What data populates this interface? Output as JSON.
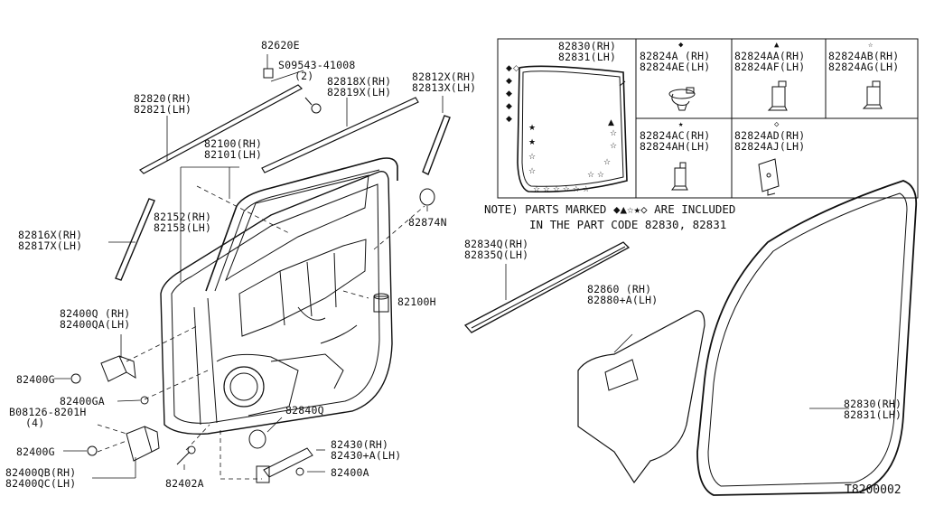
{
  "diagram_id": "T8200002",
  "note": {
    "line1": "NOTE) PARTS MARKED ◆▲☆★◇ ARE INCLUDED",
    "line2": "IN THE PART CODE 82830, 82831"
  },
  "bolt_qty": "(2)",
  "bolt2_qty": "(4)",
  "labels": {
    "p82620e": "82620E",
    "p09543": "S09543-41008",
    "p82820": [
      "82820(RH)",
      "82821(LH)"
    ],
    "p82818x": [
      "82818X(RH)",
      "82819X(LH)"
    ],
    "p82812x": [
      "82812X(RH)",
      "82813X(LH)"
    ],
    "p82100": [
      "82100(RH)",
      "82101(LH)"
    ],
    "p82152": [
      "82152(RH)",
      "82153(LH)"
    ],
    "p82816x": [
      "82816X(RH)",
      "82817X(LH)"
    ],
    "p82874n": "82874N",
    "p82100h": "82100H",
    "p82400q": [
      "82400Q (RH)",
      "82400QA(LH)"
    ],
    "p82400g_a": "82400G",
    "p82400ga": "82400GA",
    "p08126": "B08126-8201H",
    "p82400g_b": "82400G",
    "p82400qb": [
      "82400QB(RH)",
      "82400QC(LH)"
    ],
    "p82402a": "82402A",
    "p82840q": "82840Q",
    "p82430": [
      "82430(RH)",
      "82430+A(LH)"
    ],
    "p82400a": "82400A",
    "p82834q": [
      "82834Q(RH)",
      "82835Q(LH)"
    ],
    "p82860": [
      "82860 (RH)",
      "82880+A(LH)"
    ],
    "p82830": [
      "82830(RH)",
      "82831(LH)"
    ],
    "inset_82830": [
      "82830(RH)",
      "82831(LH)"
    ],
    "inset_82824a": [
      "82824A (RH)",
      "82824AE(LH)"
    ],
    "inset_82824aa": [
      "82824AA(RH)",
      "82824AF(LH)"
    ],
    "inset_82824ab": [
      "82824AB(RH)",
      "82824AG(LH)"
    ],
    "inset_82824ac": [
      "82824AC(RH)",
      "82824AH(LH)"
    ],
    "inset_82824ad": [
      "82824AD(RH)",
      "82824AJ(LH)"
    ]
  },
  "symbols": {
    "diamond": "◆",
    "triangle": "▲",
    "star_open": "☆",
    "star_solid": "★",
    "diamond_open": "◇"
  },
  "colors": {
    "ink": "#111111",
    "background": "#ffffff"
  }
}
